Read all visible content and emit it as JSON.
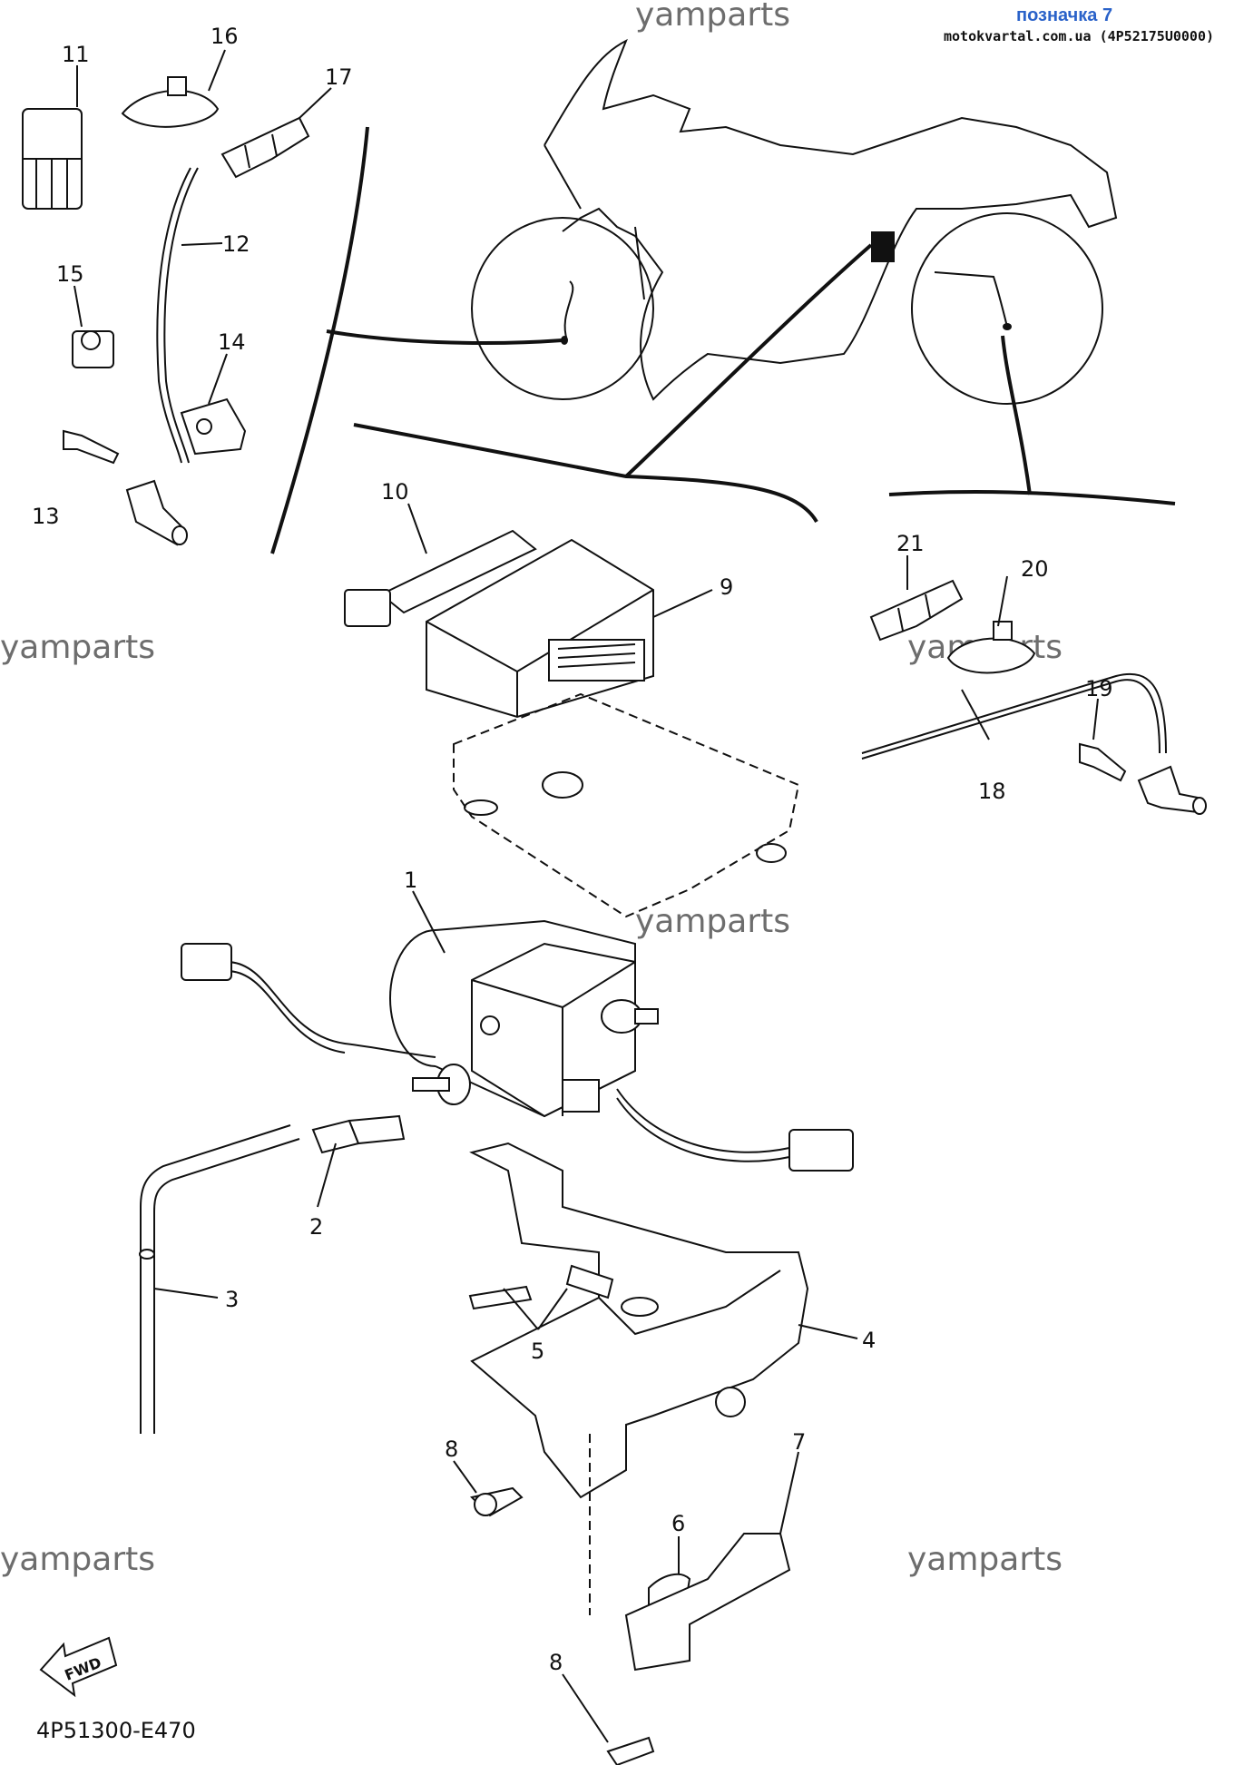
{
  "header": {
    "tag": "позначка 7",
    "source": "motokvartal.com.ua (4P52175U0000)"
  },
  "watermarks": [
    "yamparts",
    "yamparts",
    "yamparts",
    "yamparts",
    "yamparts",
    "yamparts"
  ],
  "diagram_code": "4P51300-E470",
  "fwd_label": "FWD",
  "callouts": {
    "c1": "1",
    "c2": "2",
    "c3": "3",
    "c4": "4",
    "c5": "5",
    "c6": "6",
    "c7": "7",
    "c8a": "8",
    "c8b": "8",
    "c9": "9",
    "c10": "10",
    "c11": "11",
    "c12": "12",
    "c13": "13",
    "c14": "14",
    "c15": "15",
    "c16": "16",
    "c17": "17",
    "c18": "18",
    "c19": "19",
    "c20": "20",
    "c21": "21"
  },
  "colors": {
    "ink": "#111111",
    "watermark": "#6d6d6d",
    "tag": "#2a62c9"
  }
}
